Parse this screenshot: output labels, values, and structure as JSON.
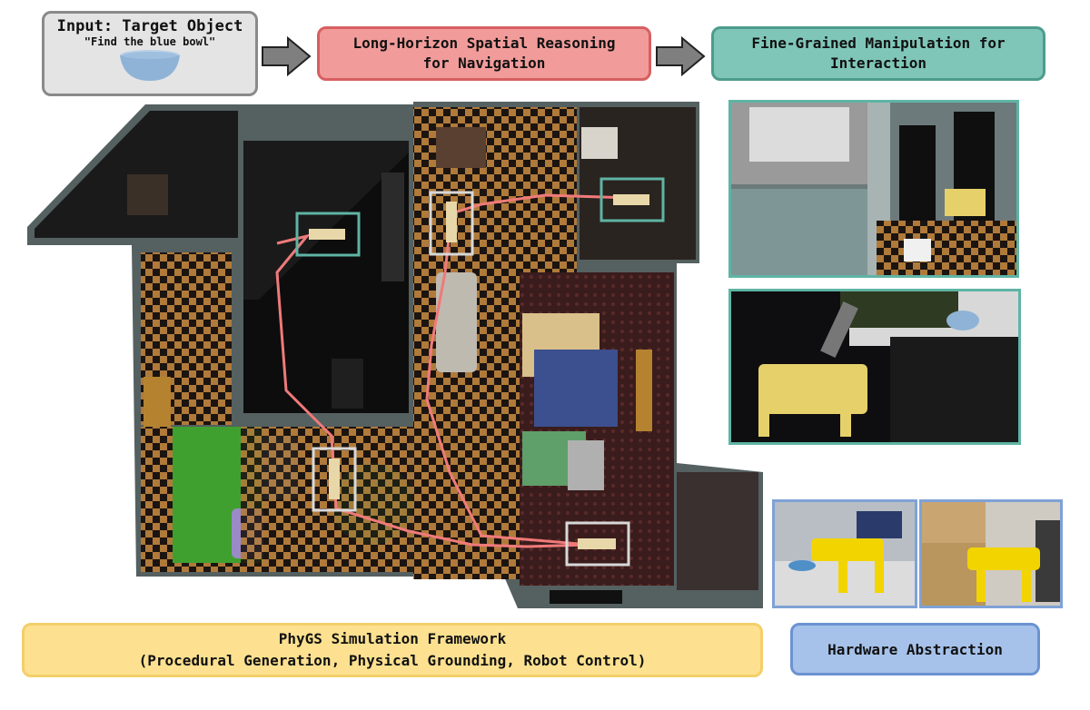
{
  "input_box": {
    "title": "Input: Target Object",
    "quote": "\"Find the blue bowl\"",
    "bowl_color": "#8fb3d6"
  },
  "stages": {
    "navigation": "Long-Horizon Spatial Reasoning for Navigation",
    "navigation_line1": "Long-Horizon Spatial Reasoning",
    "navigation_line2": "for Navigation",
    "manipulation_line1": "Fine-Grained Manipulation for",
    "manipulation_line2": "Interaction"
  },
  "bottom": {
    "sim_line1": "PhyGS Simulation Framework",
    "sim_line2": "(Procedural Generation, Physical Grounding, Robot Control)",
    "hardware": "Hardware Abstraction"
  },
  "colors": {
    "input_fill": "#e4e4e4",
    "navigation_fill": "#f19c9a",
    "manipulation_fill": "#7fc6b8",
    "sim_fill": "#fde190",
    "hardware_fill": "#a6c2ea",
    "path": "#f07a7a",
    "robot_box_teal": "#5fb4a4",
    "robot_box_white": "#d8d8d8"
  },
  "icons": [
    "bowl-icon",
    "right-arrow-icon",
    "robot-icon"
  ]
}
